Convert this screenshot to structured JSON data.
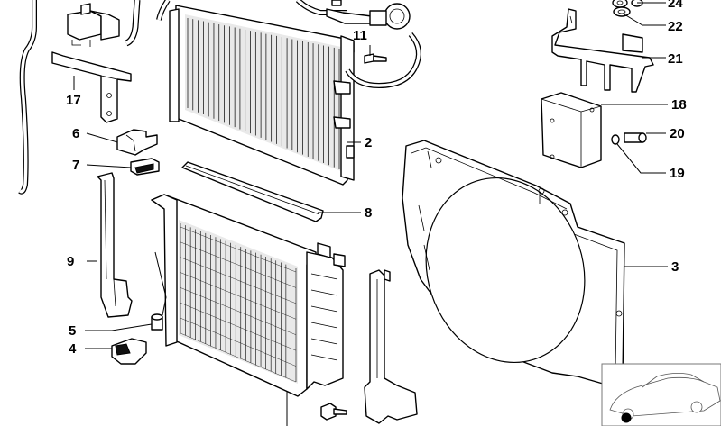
{
  "diagram": {
    "callouts": [
      {
        "id": "c24",
        "label": "24"
      },
      {
        "id": "c22",
        "label": "22"
      },
      {
        "id": "c21",
        "label": "21"
      },
      {
        "id": "c11",
        "label": "11"
      },
      {
        "id": "c17",
        "label": "17"
      },
      {
        "id": "c18",
        "label": "18"
      },
      {
        "id": "c6",
        "label": "6"
      },
      {
        "id": "c20",
        "label": "20"
      },
      {
        "id": "c2",
        "label": "2"
      },
      {
        "id": "c19",
        "label": "19"
      },
      {
        "id": "c7",
        "label": "7"
      },
      {
        "id": "c8",
        "label": "8"
      },
      {
        "id": "c9",
        "label": "9"
      },
      {
        "id": "c3",
        "label": "3"
      },
      {
        "id": "c5",
        "label": "5"
      },
      {
        "id": "c4",
        "label": "4"
      }
    ]
  }
}
